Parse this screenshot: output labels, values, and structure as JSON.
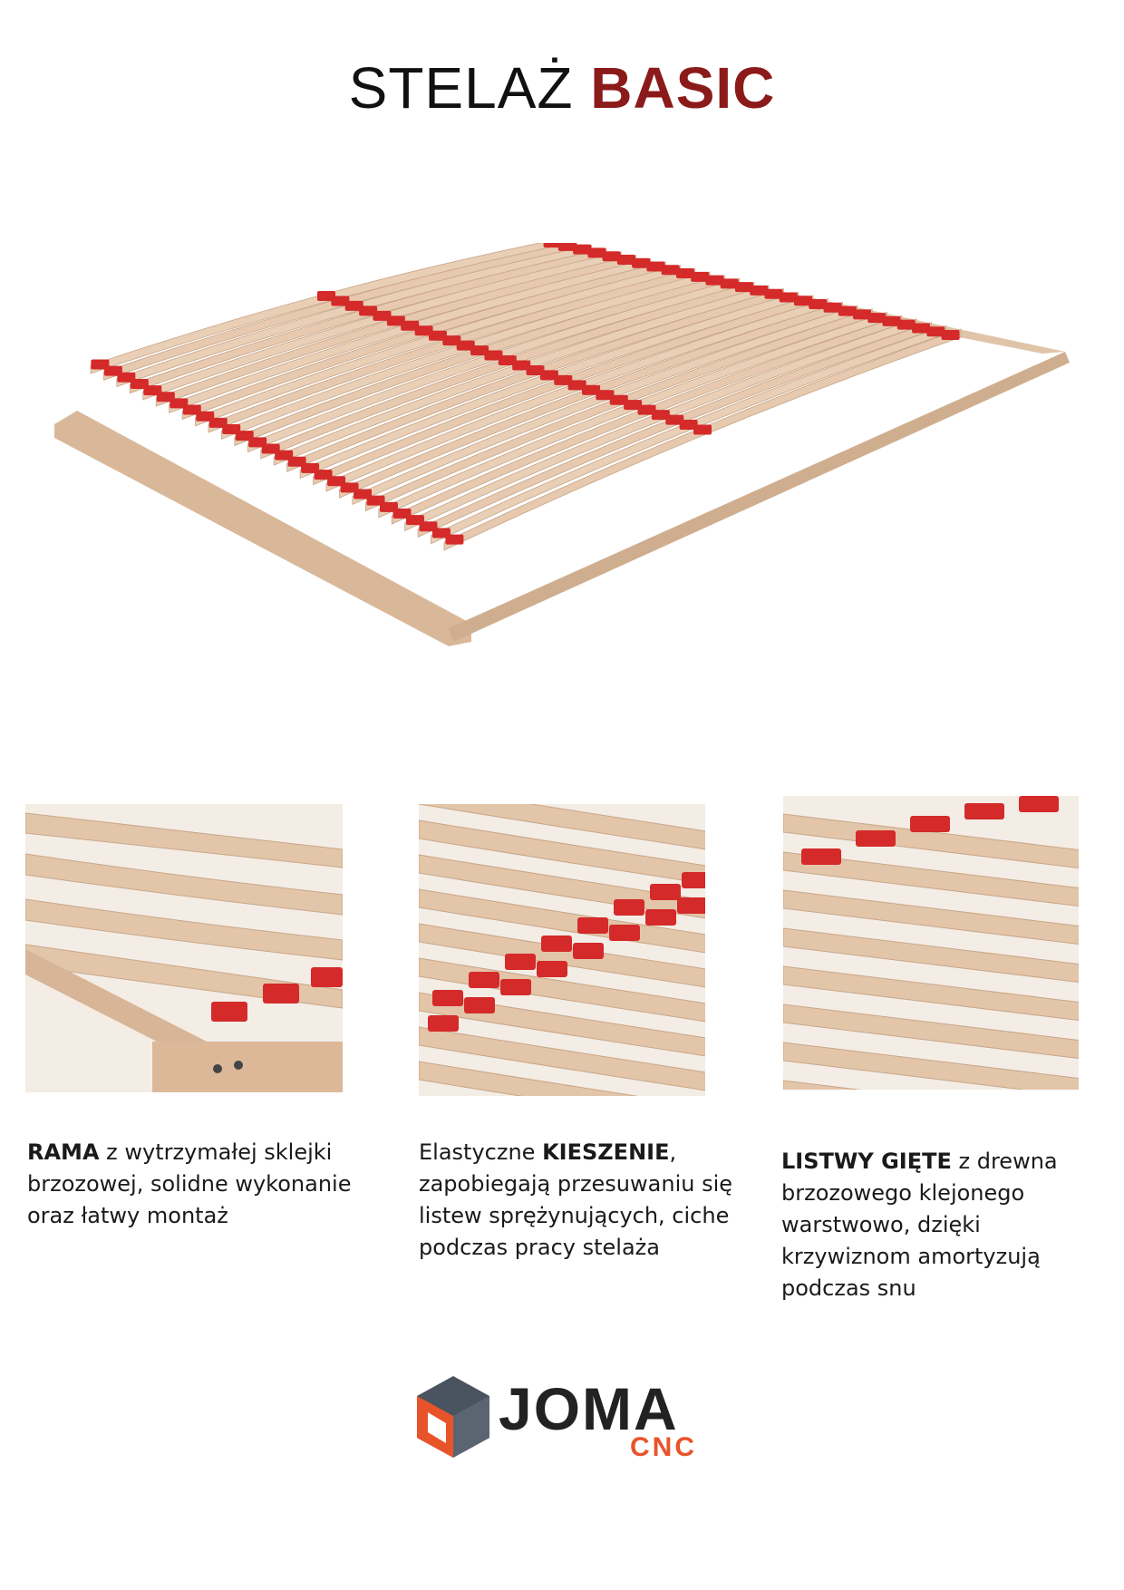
{
  "title": {
    "light": "STELAŻ",
    "bold": "BASIC"
  },
  "features": [
    {
      "pre": "",
      "bold": "RAMA",
      "post": " z wytrzymałej sklejki brzozowej, solidne wykonanie oraz łatwy montaż"
    },
    {
      "pre": "Elastyczne ",
      "bold": "KIESZENIE",
      "post": ", zapobiegają przesuwaniu się listew sprężynujących, ciche podczas pracy stelaża"
    },
    {
      "pre": "",
      "bold": "LISTWY GIĘTE",
      "post": "  z drewna brzozowego klejonego warstwowo, dzięki krzywiznom amortyzują  podczas snu"
    }
  ],
  "logo": {
    "name": "JOMA",
    "sub": "CNC"
  },
  "colors": {
    "accent_red": "#8b1a1a",
    "pocket_red": "#d42a2a",
    "wood": "#e6c9ae",
    "logo_orange": "#e8542a",
    "logo_gray": "#4a5360"
  }
}
